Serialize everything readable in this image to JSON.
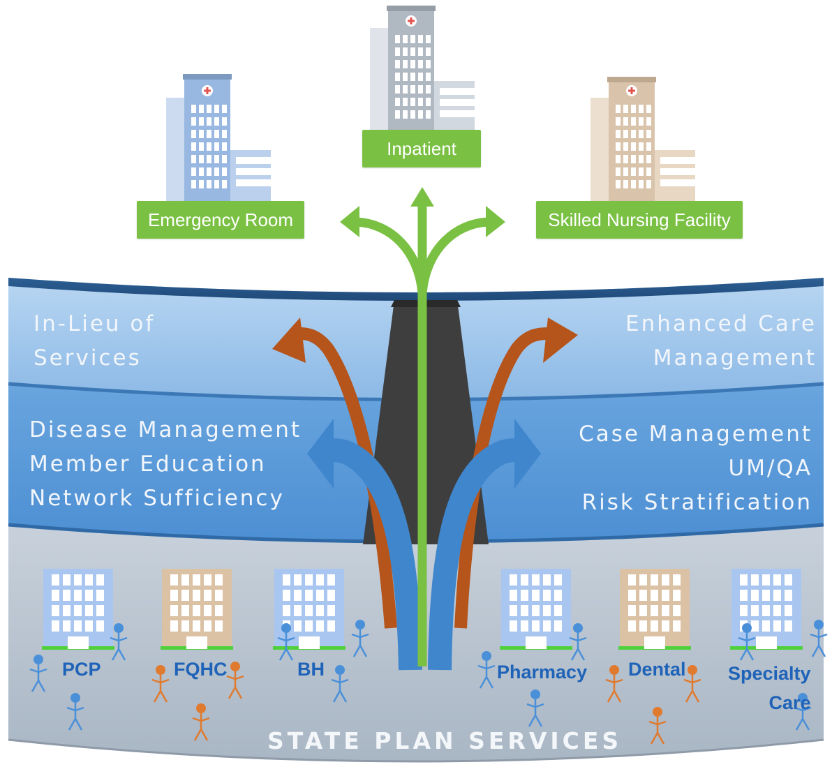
{
  "destinations": {
    "emergency_room": "Emergency Room",
    "inpatient": "Inpatient",
    "skilled_nursing": "Skilled Nursing Facility"
  },
  "layers": {
    "top_left": [
      "In-Lieu of",
      "Services"
    ],
    "top_right": [
      "Enhanced Care",
      "Management"
    ],
    "middle_left": [
      "Disease Management",
      "Member Education",
      "Network Sufficiency"
    ],
    "middle_right": [
      "Case Management",
      "UM/QA",
      "Risk Stratification"
    ],
    "base_title": "STATE PLAN SERVICES"
  },
  "services": {
    "pcp": "PCP",
    "fqhc": "FQHC",
    "bh": "BH",
    "pharmacy": "Pharmacy",
    "dental": "Dental",
    "specialty": [
      "Specialty",
      "Care"
    ]
  },
  "colors": {
    "green": "#7ac143",
    "blue_person": "#4a90d9",
    "orange_person": "#e07a2e",
    "rust_arrow": "#b5541b",
    "blue_arrow": "#3f86cc",
    "top_layer": "#9cc3ea",
    "middle_layer": "#5a9bd9",
    "base_layer": "#b8c3cf",
    "core": "#3f3f3f"
  }
}
